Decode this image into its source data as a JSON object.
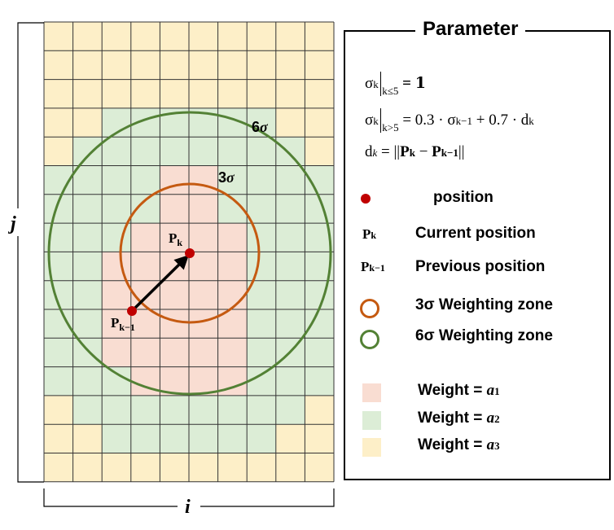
{
  "diagram": {
    "grid": {
      "cols": 10,
      "rows": 16
    },
    "zones": {
      "a1_rows": [
        [
          4,
          6
        ],
        [
          4,
          6
        ],
        [
          3,
          7
        ],
        [
          2,
          7
        ],
        [
          2,
          7
        ],
        [
          2,
          7
        ],
        [
          2,
          7
        ],
        [
          3,
          7
        ]
      ],
      "a2_rows": [
        [
          2,
          8
        ],
        [
          1,
          9
        ],
        [
          0,
          10
        ],
        [
          0,
          10
        ],
        [
          0,
          10
        ],
        [
          0,
          10
        ],
        [
          0,
          10
        ],
        [
          0,
          10
        ],
        [
          0,
          10
        ],
        [
          0,
          10
        ],
        [
          1,
          9
        ],
        [
          2,
          8
        ]
      ]
    },
    "labels": {
      "i_axis": "i",
      "j_axis": "j",
      "big_circle": "6",
      "small_circle": "3",
      "sigma": "σ",
      "pk": "P",
      "pk_sub": "k",
      "pk1": "P",
      "pk1_sub": "k−1"
    }
  },
  "panel": {
    "title": "Parameter",
    "formula1": {
      "lhs": "σ",
      "lhs_sub": "k",
      "cond": "k≤5",
      "rhs": "= 𝟏"
    },
    "formula2": {
      "lhs": "σ",
      "lhs_sub": "k",
      "cond": "k>5",
      "rhs": "= 0.3 · σ",
      "rhs_sub": "k−1",
      "rhs2": "+ 0.7 · d",
      "rhs2_sub": "k"
    },
    "formula3": {
      "lhs": "d",
      "lhs_sub": "k",
      "rhs": "= ||",
      "p1": "P",
      "p1_sub": "k",
      "mid": " − ",
      "p2": "P",
      "p2_sub": "k−1",
      "end": "||"
    },
    "legend": {
      "position": "position",
      "pk_sym": "P",
      "pk_sub": "k",
      "current": "Current position",
      "pk1_sym": "P",
      "pk1_sub": "k−1",
      "previous": "Previous position",
      "zone3_sym": "3σ",
      "zone3": "Weighting zone",
      "zone6_sym": "6σ",
      "zone6": "Weighting zone",
      "weight_label": "Weight =",
      "a1": "a",
      "a1_sub": "1",
      "a2": "a",
      "a2_sub": "2",
      "a3": "a",
      "a3_sub": "3"
    },
    "colors": {
      "a1": "#f9ddd2",
      "a2": "#dcedd6",
      "a3": "#fdefc8",
      "zone3": "#c55a11",
      "zone6": "#538135",
      "position": "#c00000"
    }
  }
}
